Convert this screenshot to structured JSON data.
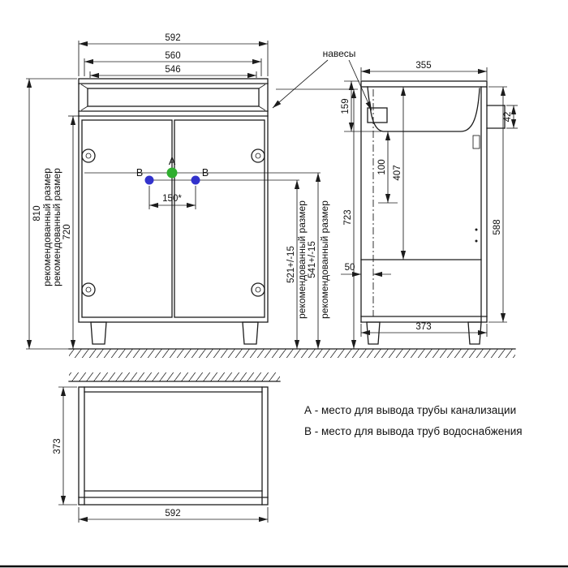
{
  "front_view": {
    "width_top": "592",
    "width_mid": "560",
    "width_inner": "546",
    "height_total": "810",
    "height_body": "720",
    "recommended_label": "рекомендованный размер",
    "point_a": "A",
    "point_b": "B",
    "b_spacing": "150*",
    "drain_outlet_height": "521+/-15",
    "water_outlet_height": "541+/-15",
    "worktop_height": "723"
  },
  "side_view": {
    "hangers_label": "навесы",
    "depth_top": "355",
    "hanger_drop": "42",
    "basin_depth": "159",
    "hanger_height": "100",
    "inner_height": "407",
    "body_height": "588",
    "front_offset": "50",
    "depth_bottom": "373"
  },
  "bottom_view": {
    "depth": "373",
    "width": "592"
  },
  "legend": {
    "line_a": "А - место для вывода трубы канализации",
    "line_b": "В - место для вывода труб водоснабжения"
  },
  "colors": {
    "point_a": "#2fae2f",
    "point_b": "#3232cc"
  }
}
